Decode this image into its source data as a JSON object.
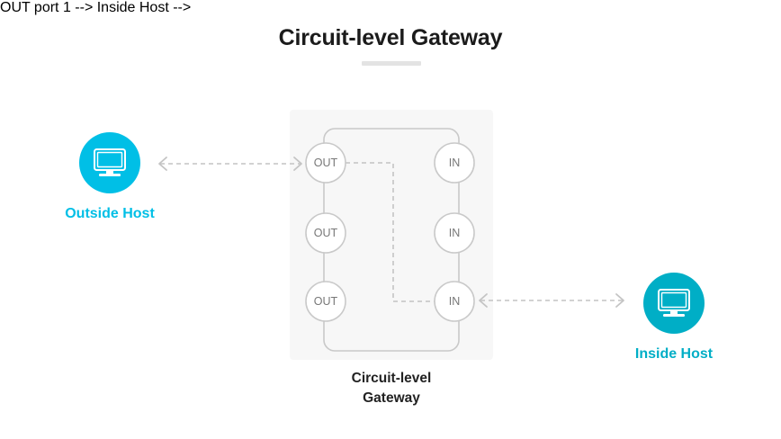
{
  "page": {
    "title": "Circuit-level Gateway",
    "background_color": "#ffffff"
  },
  "colors": {
    "title_text": "#1b1b1b",
    "title_rule": "#e3e3e3",
    "outside_host": "#00bfe6",
    "inside_host": "#00aec6",
    "panel_background": "#f7f7f7",
    "node_stroke": "#c9c9c9",
    "node_fill": "#ffffff",
    "node_text": "#777777",
    "connector_stroke": "#c4c4c4",
    "caption_text": "#222222"
  },
  "diagram": {
    "type": "network-diagram",
    "nodes": {
      "outside_host": {
        "label": "Outside Host",
        "icon": "desktop-monitor-icon",
        "color": "#00bfe6"
      },
      "inside_host": {
        "label": "Inside Host",
        "icon": "desktop-monitor-icon",
        "color": "#00aec6"
      }
    },
    "gateway": {
      "caption_line1": "Circuit-level",
      "caption_line2": "Gateway",
      "out_ports": [
        {
          "label": "OUT"
        },
        {
          "label": "OUT"
        },
        {
          "label": "OUT"
        }
      ],
      "in_ports": [
        {
          "label": "IN"
        },
        {
          "label": "IN"
        },
        {
          "label": "IN"
        }
      ],
      "circuit_path": "out-port-1 to in-port-3"
    },
    "connections": [
      {
        "name": "outside-host-to-gateway",
        "from": "outside_host",
        "to": "out-port-1",
        "style": "dashed",
        "arrowheads": "both"
      },
      {
        "name": "gateway-to-inside-host",
        "from": "in-port-3",
        "to": "inside_host",
        "style": "dashed",
        "arrowheads": "both"
      }
    ]
  }
}
